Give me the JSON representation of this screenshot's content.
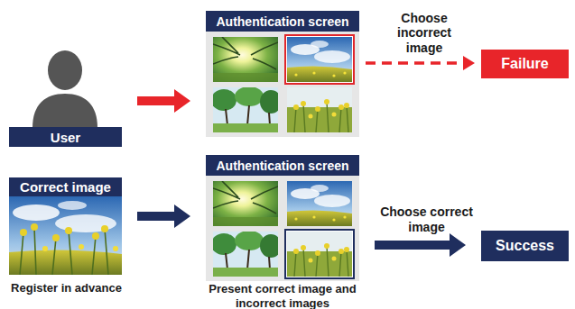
{
  "diagram": {
    "nodes": [
      {
        "text": [
          "User"
        ]
      },
      {
        "text": [
          "Authentication screen"
        ]
      },
      {
        "text": [
          "Failure"
        ]
      },
      {
        "text": [
          "Correct image"
        ]
      },
      {
        "text": [
          "Authentication screen"
        ]
      },
      {
        "text": [
          "Success"
        ]
      }
    ],
    "edges": [
      {
        "from": 0,
        "to": 1,
        "arrow": "to"
      },
      {
        "from": 1,
        "to": 2,
        "arrow": "to",
        "label": "Choose incorrect image"
      },
      {
        "from": 3,
        "to": 4,
        "arrow": "to"
      },
      {
        "from": 4,
        "to": 5,
        "arrow": "to",
        "label": "Choose correct image"
      }
    ],
    "labels": [
      "Register in advance",
      "Present correct image and incorrect images"
    ]
  }
}
